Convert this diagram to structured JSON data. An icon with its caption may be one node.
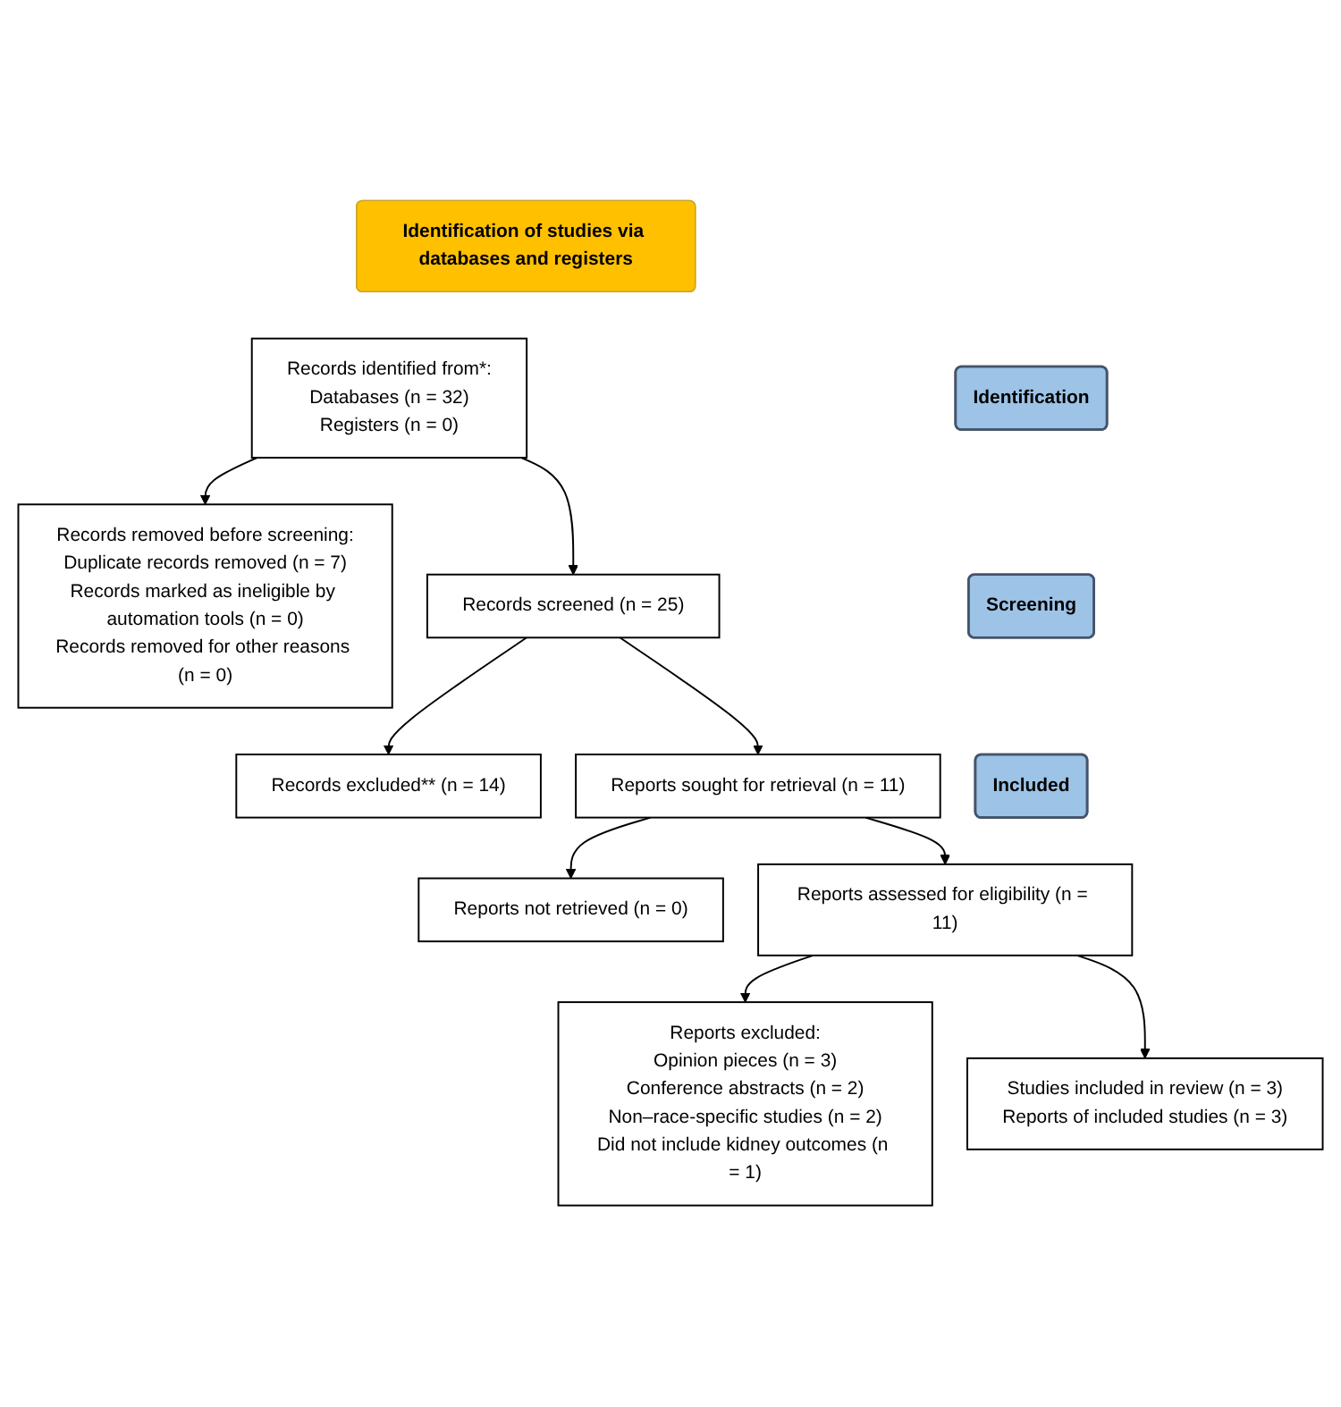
{
  "diagram": {
    "nodes": [
      {
        "text": [
          "Identification of studies via databases and registers"
        ]
      },
      {
        "text": [
          "Identification"
        ]
      },
      {
        "text": [
          "Records identified from*:",
          "Databases (n = 32)",
          "Registers (n = 0)"
        ]
      },
      {
        "text": [
          "Records removed before screening:",
          "Duplicate records removed (n = 7)",
          "Records marked as ineligible by automation tools (n = 0)",
          "Records removed for other reasons (n = 0)"
        ]
      },
      {
        "text": [
          "Screening"
        ]
      },
      {
        "text": [
          "Records screened (n = 25)"
        ]
      },
      {
        "text": [
          "Records excluded** (n = 14)"
        ]
      },
      {
        "text": [
          "Reports sought for retrieval (n = 11)"
        ]
      },
      {
        "text": [
          "Reports not retrieved (n = 0)"
        ]
      },
      {
        "text": [
          "Reports assessed for eligibility (n = 11)"
        ]
      },
      {
        "text": [
          "Reports excluded:",
          "Opinion pieces (n = 3)",
          "Conference abstracts (n = 2)",
          "Non–race-specific studies (n = 2)",
          "Did not include kidney outcomes (n = 1)"
        ]
      },
      {
        "text": [
          "Included"
        ]
      },
      {
        "text": [
          "Studies included in review (n = 3)",
          "Reports of included studies (n = 3)"
        ]
      }
    ],
    "edges": [
      {
        "from": 2,
        "to": 3,
        "arrow": "to"
      },
      {
        "from": 2,
        "to": 5,
        "arrow": "to"
      },
      {
        "from": 5,
        "to": 6,
        "arrow": "to"
      },
      {
        "from": 5,
        "to": 7,
        "arrow": "to"
      },
      {
        "from": 7,
        "to": 8,
        "arrow": "to"
      },
      {
        "from": 7,
        "to": 9,
        "arrow": "to"
      },
      {
        "from": 9,
        "to": 10,
        "arrow": "to"
      },
      {
        "from": 9,
        "to": 12,
        "arrow": "to"
      }
    ]
  }
}
